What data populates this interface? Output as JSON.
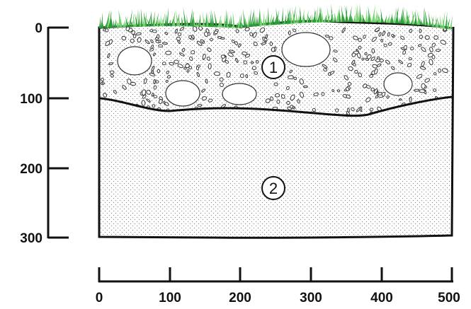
{
  "depth_axis": {
    "ticks": [
      "0",
      "100",
      "200",
      "300"
    ],
    "values": [
      0,
      100,
      200,
      300
    ]
  },
  "distance_axis": {
    "ticks": [
      "0",
      "100",
      "200",
      "300",
      "400",
      "500"
    ],
    "values": [
      0,
      100,
      200,
      300,
      400,
      500
    ]
  },
  "layers": [
    {
      "number": "1",
      "material": "gravel-with-cobbles",
      "top_depth": 0,
      "bottom_depth": 120
    },
    {
      "number": "2",
      "material": "fine-sand",
      "top_depth": 120,
      "bottom_depth": 300
    }
  ],
  "surface_cover": "grass",
  "colors": {
    "outline": "#111111",
    "grass_dark": "#2e9e3a",
    "grass_light": "#6fd26a",
    "stipple": "#8a8a8a",
    "pebble": "#333333"
  }
}
